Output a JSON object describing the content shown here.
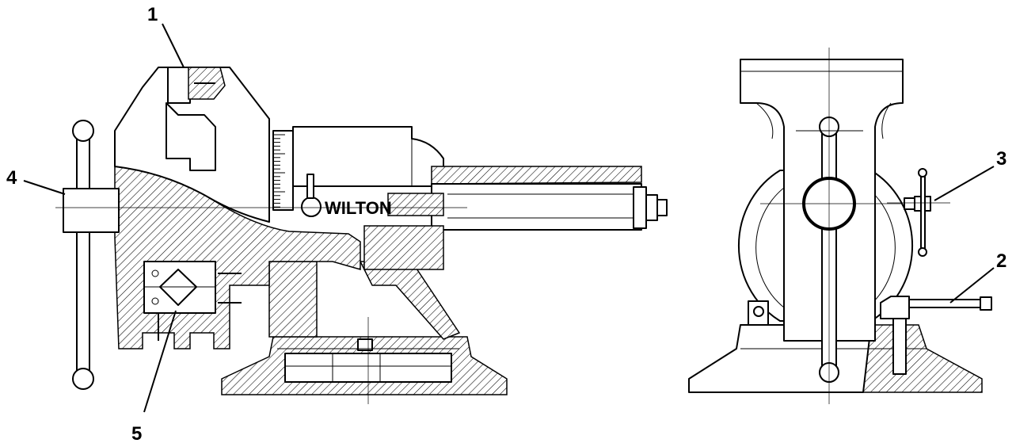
{
  "diagram": {
    "brand_text": "WILTON",
    "callouts": [
      {
        "id": "1",
        "label": "1"
      },
      {
        "id": "2",
        "label": "2"
      },
      {
        "id": "3",
        "label": "3"
      },
      {
        "id": "4",
        "label": "4"
      },
      {
        "id": "5",
        "label": "5"
      }
    ]
  }
}
